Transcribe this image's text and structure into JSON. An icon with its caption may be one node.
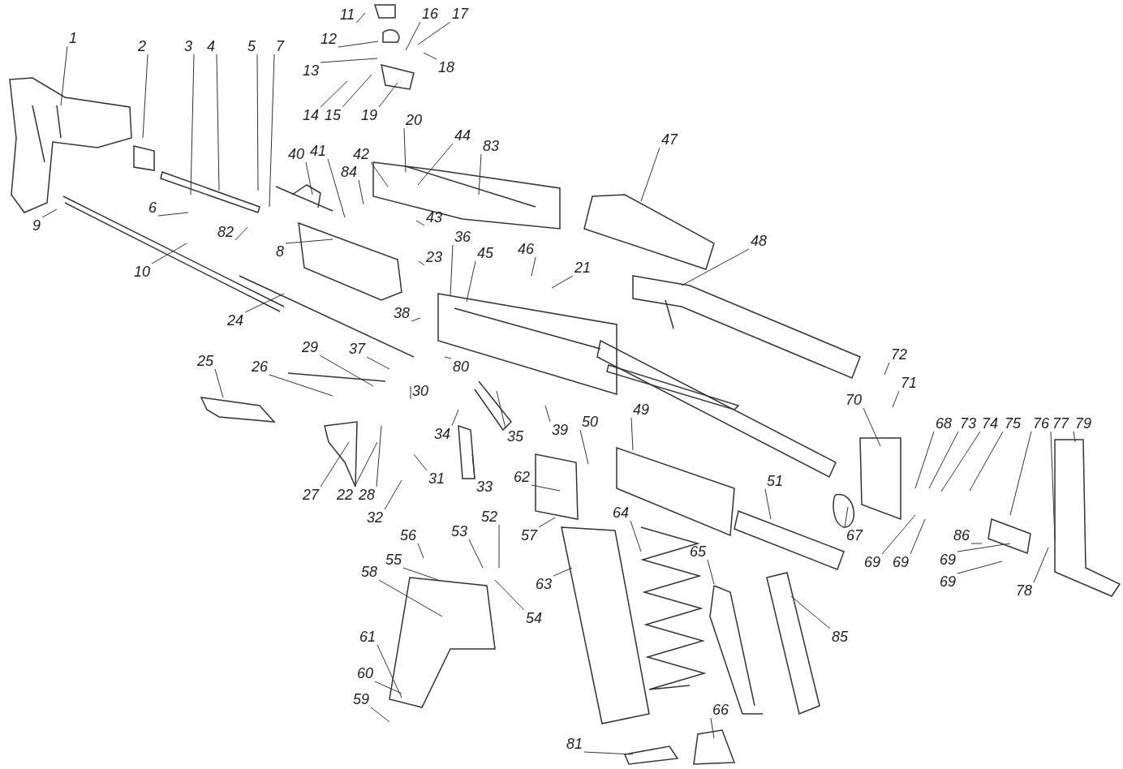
{
  "diagram": {
    "nodes": [
      {
        "text": [
          "1"
        ]
      },
      {
        "text": [
          "2"
        ]
      },
      {
        "text": [
          "3"
        ]
      },
      {
        "text": [
          "4"
        ]
      },
      {
        "text": [
          "5"
        ]
      },
      {
        "text": [
          "7"
        ]
      },
      {
        "text": [
          "11"
        ]
      },
      {
        "text": [
          "12"
        ]
      },
      {
        "text": [
          "13"
        ]
      },
      {
        "text": [
          "16"
        ]
      },
      {
        "text": [
          "17"
        ]
      },
      {
        "text": [
          "18"
        ]
      },
      {
        "text": [
          "14"
        ]
      },
      {
        "text": [
          "15"
        ]
      },
      {
        "text": [
          "19"
        ]
      },
      {
        "text": [
          "20"
        ]
      },
      {
        "text": [
          "44"
        ]
      },
      {
        "text": [
          "83"
        ]
      },
      {
        "text": [
          "42"
        ]
      },
      {
        "text": [
          "84"
        ]
      },
      {
        "text": [
          "43"
        ]
      },
      {
        "text": [
          "40"
        ]
      },
      {
        "text": [
          "41"
        ]
      },
      {
        "text": [
          "47"
        ]
      },
      {
        "text": [
          "6"
        ]
      },
      {
        "text": [
          "82"
        ]
      },
      {
        "text": [
          "9"
        ]
      },
      {
        "text": [
          "8"
        ]
      },
      {
        "text": [
          "10"
        ]
      },
      {
        "text": [
          "48"
        ]
      },
      {
        "text": [
          "36"
        ]
      },
      {
        "text": [
          "46"
        ]
      },
      {
        "text": [
          "23"
        ]
      },
      {
        "text": [
          "45"
        ]
      },
      {
        "text": [
          "21"
        ]
      },
      {
        "text": [
          "24"
        ]
      },
      {
        "text": [
          "38"
        ]
      },
      {
        "text": [
          "29"
        ]
      },
      {
        "text": [
          "37"
        ]
      },
      {
        "text": [
          "72"
        ]
      },
      {
        "text": [
          "25"
        ]
      },
      {
        "text": [
          "26"
        ]
      },
      {
        "text": [
          "80"
        ]
      },
      {
        "text": [
          "71"
        ]
      },
      {
        "text": [
          "30"
        ]
      },
      {
        "text": [
          "49"
        ]
      },
      {
        "text": [
          "70"
        ]
      },
      {
        "text": [
          "68"
        ]
      },
      {
        "text": [
          "73"
        ]
      },
      {
        "text": [
          "74"
        ]
      },
      {
        "text": [
          "75"
        ]
      },
      {
        "text": [
          "76"
        ]
      },
      {
        "text": [
          "77"
        ]
      },
      {
        "text": [
          "79"
        ]
      },
      {
        "text": [
          "50"
        ]
      },
      {
        "text": [
          "39"
        ]
      },
      {
        "text": [
          "34"
        ]
      },
      {
        "text": [
          "35"
        ]
      },
      {
        "text": [
          "31"
        ]
      },
      {
        "text": [
          "62"
        ]
      },
      {
        "text": [
          "51"
        ]
      },
      {
        "text": [
          "33"
        ]
      },
      {
        "text": [
          "27"
        ]
      },
      {
        "text": [
          "22"
        ]
      },
      {
        "text": [
          "28"
        ]
      },
      {
        "text": [
          "32"
        ]
      },
      {
        "text": [
          "64"
        ]
      },
      {
        "text": [
          "52"
        ]
      },
      {
        "text": [
          "86"
        ]
      },
      {
        "text": [
          "57"
        ]
      },
      {
        "text": [
          "53"
        ]
      },
      {
        "text": [
          "56"
        ]
      },
      {
        "text": [
          "67"
        ]
      },
      {
        "text": [
          "65"
        ]
      },
      {
        "text": [
          "55"
        ]
      },
      {
        "text": [
          "69"
        ]
      },
      {
        "text": [
          "69"
        ]
      },
      {
        "text": [
          "69"
        ]
      },
      {
        "text": [
          "58"
        ]
      },
      {
        "text": [
          "63"
        ]
      },
      {
        "text": [
          "69"
        ]
      },
      {
        "text": [
          "78"
        ]
      },
      {
        "text": [
          "54"
        ]
      },
      {
        "text": [
          "85"
        ]
      },
      {
        "text": [
          "61"
        ]
      },
      {
        "text": [
          "60"
        ]
      },
      {
        "text": [
          "59"
        ]
      },
      {
        "text": [
          "66"
        ]
      },
      {
        "text": [
          "81"
        ]
      }
    ],
    "edges": [
      {
        "from": 0,
        "to": null,
        "arrow": "none"
      },
      {
        "from": 1,
        "to": null,
        "arrow": "none"
      },
      {
        "from": 2,
        "to": null,
        "arrow": "none"
      },
      {
        "from": 3,
        "to": null,
        "arrow": "none"
      },
      {
        "from": 4,
        "to": null,
        "arrow": "none"
      },
      {
        "from": 5,
        "to": null,
        "arrow": "none"
      },
      {
        "from": 6,
        "to": null,
        "arrow": "none"
      },
      {
        "from": 7,
        "to": null,
        "arrow": "none"
      },
      {
        "from": 8,
        "to": null,
        "arrow": "none"
      },
      {
        "from": 9,
        "to": null,
        "arrow": "none"
      },
      {
        "from": 10,
        "to": null,
        "arrow": "none"
      },
      {
        "from": 11,
        "to": null,
        "arrow": "none"
      },
      {
        "from": 12,
        "to": null,
        "arrow": "none"
      },
      {
        "from": 13,
        "to": null,
        "arrow": "none"
      },
      {
        "from": 14,
        "to": null,
        "arrow": "none"
      },
      {
        "from": 15,
        "to": null,
        "arrow": "none"
      },
      {
        "from": 16,
        "to": null,
        "arrow": "none"
      },
      {
        "from": 17,
        "to": null,
        "arrow": "none"
      },
      {
        "from": 18,
        "to": null,
        "arrow": "none"
      },
      {
        "from": 19,
        "to": null,
        "arrow": "none"
      },
      {
        "from": 20,
        "to": null,
        "arrow": "none"
      },
      {
        "from": 21,
        "to": null,
        "arrow": "none"
      },
      {
        "from": 22,
        "to": null,
        "arrow": "none"
      },
      {
        "from": 23,
        "to": null,
        "arrow": "none"
      },
      {
        "from": 24,
        "to": null,
        "arrow": "none"
      },
      {
        "from": 25,
        "to": null,
        "arrow": "none"
      },
      {
        "from": 26,
        "to": null,
        "arrow": "none"
      },
      {
        "from": 27,
        "to": null,
        "arrow": "none"
      },
      {
        "from": 28,
        "to": null,
        "arrow": "none"
      },
      {
        "from": 29,
        "to": null,
        "arrow": "none"
      },
      {
        "from": 30,
        "to": null,
        "arrow": "none"
      },
      {
        "from": 31,
        "to": null,
        "arrow": "none"
      },
      {
        "from": 32,
        "to": null,
        "arrow": "none"
      },
      {
        "from": 33,
        "to": null,
        "arrow": "none"
      },
      {
        "from": 34,
        "to": null,
        "arrow": "none"
      },
      {
        "from": 35,
        "to": null,
        "arrow": "none"
      },
      {
        "from": 36,
        "to": null,
        "arrow": "none"
      },
      {
        "from": 37,
        "to": null,
        "arrow": "none"
      },
      {
        "from": 38,
        "to": null,
        "arrow": "none"
      },
      {
        "from": 39,
        "to": null,
        "arrow": "none"
      },
      {
        "from": 40,
        "to": null,
        "arrow": "none"
      },
      {
        "from": 41,
        "to": null,
        "arrow": "none"
      },
      {
        "from": 42,
        "to": null,
        "arrow": "none"
      },
      {
        "from": 43,
        "to": null,
        "arrow": "none"
      },
      {
        "from": 44,
        "to": null,
        "arrow": "none"
      },
      {
        "from": 45,
        "to": null,
        "arrow": "none"
      },
      {
        "from": 46,
        "to": null,
        "arrow": "none"
      },
      {
        "from": 47,
        "to": null,
        "arrow": "none"
      },
      {
        "from": 48,
        "to": null,
        "arrow": "none"
      },
      {
        "from": 49,
        "to": null,
        "arrow": "none"
      },
      {
        "from": 50,
        "to": null,
        "arrow": "none"
      },
      {
        "from": 51,
        "to": null,
        "arrow": "none"
      },
      {
        "from": 52,
        "to": null,
        "arrow": "none"
      },
      {
        "from": 53,
        "to": null,
        "arrow": "none"
      },
      {
        "from": 54,
        "to": null,
        "arrow": "none"
      },
      {
        "from": 55,
        "to": null,
        "arrow": "none"
      },
      {
        "from": 56,
        "to": null,
        "arrow": "none"
      },
      {
        "from": 57,
        "to": null,
        "arrow": "none"
      },
      {
        "from": 58,
        "to": null,
        "arrow": "none"
      },
      {
        "from": 59,
        "to": null,
        "arrow": "none"
      },
      {
        "from": 60,
        "to": null,
        "arrow": "none"
      },
      {
        "from": 61,
        "to": null,
        "arrow": "none"
      },
      {
        "from": 62,
        "to": null,
        "arrow": "none"
      },
      {
        "from": 63,
        "to": null,
        "arrow": "none"
      },
      {
        "from": 64,
        "to": null,
        "arrow": "none"
      },
      {
        "from": 65,
        "to": null,
        "arrow": "none"
      },
      {
        "from": 66,
        "to": null,
        "arrow": "none"
      },
      {
        "from": 67,
        "to": null,
        "arrow": "none"
      },
      {
        "from": 68,
        "to": null,
        "arrow": "none"
      },
      {
        "from": 69,
        "to": null,
        "arrow": "none"
      },
      {
        "from": 70,
        "to": null,
        "arrow": "none"
      },
      {
        "from": 71,
        "to": null,
        "arrow": "none"
      },
      {
        "from": 72,
        "to": null,
        "arrow": "none"
      },
      {
        "from": 73,
        "to": null,
        "arrow": "none"
      },
      {
        "from": 74,
        "to": null,
        "arrow": "none"
      },
      {
        "from": 75,
        "to": null,
        "arrow": "none"
      },
      {
        "from": 76,
        "to": null,
        "arrow": "none"
      },
      {
        "from": 77,
        "to": null,
        "arrow": "none"
      },
      {
        "from": 78,
        "to": null,
        "arrow": "none"
      },
      {
        "from": 79,
        "to": null,
        "arrow": "none"
      },
      {
        "from": 80,
        "to": null,
        "arrow": "none"
      },
      {
        "from": 81,
        "to": null,
        "arrow": "none"
      },
      {
        "from": 82,
        "to": null,
        "arrow": "none"
      },
      {
        "from": 83,
        "to": null,
        "arrow": "none"
      },
      {
        "from": 84,
        "to": null,
        "arrow": "none"
      },
      {
        "from": 85,
        "to": null,
        "arrow": "none"
      },
      {
        "from": 86,
        "to": null,
        "arrow": "none"
      },
      {
        "from": 87,
        "to": null,
        "arrow": "none"
      },
      {
        "from": 88,
        "to": null,
        "arrow": "none"
      }
    ]
  }
}
